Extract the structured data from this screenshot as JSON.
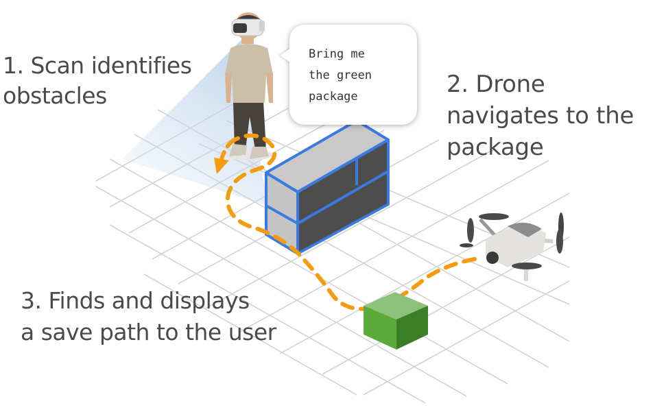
{
  "captions": {
    "scan": [
      "1. Scan identifies",
      "obstacles"
    ],
    "drone": [
      "2. Drone",
      "navigates to the",
      "package"
    ],
    "path": [
      "3. Finds and displays",
      "a save path to the user"
    ]
  },
  "speech_bubble": [
    "Bring me",
    "the green",
    "package"
  ],
  "colors": {
    "path": "#f39c12",
    "obstacle_outline": "#3b7be0",
    "package": "#5aaa3c",
    "grid": "#d3d3d3",
    "scan_cone": "#c9dcf0",
    "caption_text": "#4a4a4a"
  },
  "icons": [
    "vr-headset-icon",
    "drone-icon"
  ]
}
